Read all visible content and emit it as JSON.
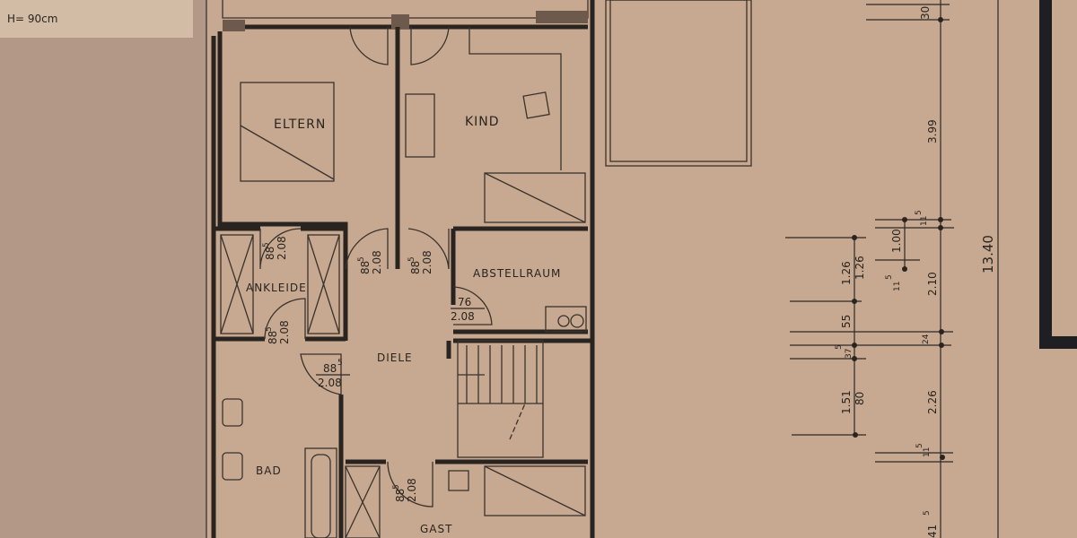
{
  "header_note": "H= 90cm",
  "rooms": {
    "eltern": "ELTERN",
    "kind": "KIND",
    "ankleide": "ANKLEIDE",
    "diele": "DIELE",
    "abstellraum": "ABSTELLRAUM",
    "bad": "BAD",
    "gast": "GAST"
  },
  "doors": [
    {
      "width": "88",
      "sup": "5",
      "height": "2.08"
    },
    {
      "width": "88",
      "sup": "5",
      "height": "2.08"
    },
    {
      "width": "88",
      "sup": "5",
      "height": "2.08"
    },
    {
      "width": "88",
      "sup": "5",
      "height": "2.08"
    },
    {
      "width": "88",
      "sup": "5",
      "height": "2.08"
    },
    {
      "width": "76",
      "sup": "",
      "height": "2.08"
    },
    {
      "width": "88",
      "sup": "5",
      "height": "2.08"
    }
  ],
  "dimensions": {
    "main_chain": [
      "30",
      "3.99",
      "11",
      "5",
      "2.10",
      "24",
      "2.26",
      "11",
      "5",
      "41",
      "5"
    ],
    "inner_chain": [
      "1.00",
      "11",
      "5"
    ],
    "outer_chain": [
      "1.26",
      "1.26",
      "55",
      "5",
      "37",
      "1.51",
      "80"
    ],
    "total": "13.40"
  },
  "colors": {
    "paper": "#c6a990",
    "ink": "#2a2420",
    "background_left": "#b39887"
  }
}
